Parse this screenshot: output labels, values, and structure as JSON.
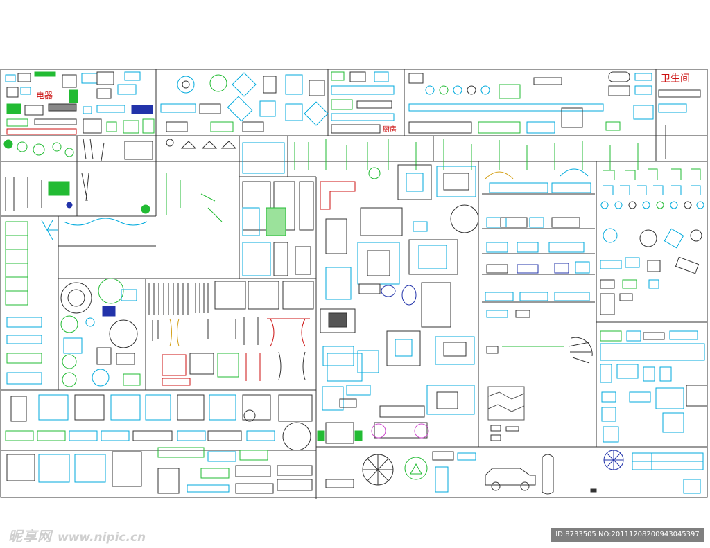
{
  "labels": {
    "electrical": "电器",
    "bathroom": "卫生间",
    "kitchen": "厨房"
  },
  "watermark": {
    "site": "昵享网",
    "url": "www.nipic.cn",
    "id_text": "ID:8733505 NO:20111208200943045397"
  },
  "colors": {
    "frame": "#333333",
    "cyan": "#00aadd",
    "green": "#22bb33",
    "dark": "#333333",
    "red": "#cc1111",
    "gold": "#d4a017",
    "blue": "#2233aa"
  }
}
